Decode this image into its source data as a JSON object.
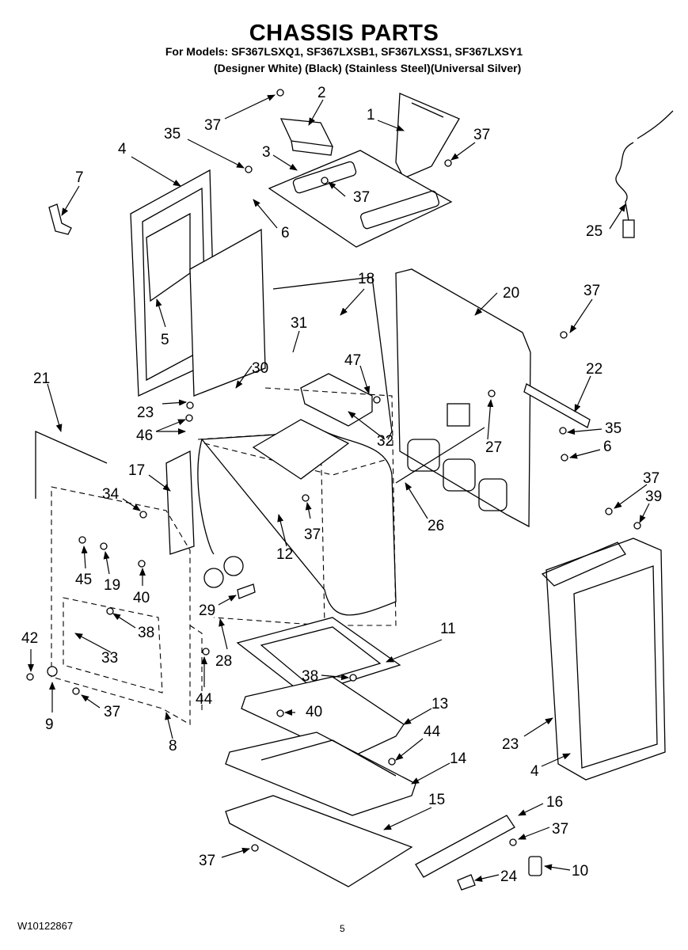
{
  "title": "CHASSIS PARTS",
  "models_line": "For Models: SF367LSXQ1, SF367LXSB1, SF367LXSS1, SF367LXSY1",
  "colors_line": "(Designer White)     (Black)   (Stainless Steel)(Universal Silver)",
  "document_number": "W10122867",
  "page_number": "5",
  "callouts": [
    "1",
    "2",
    "3",
    "4",
    "5",
    "6",
    "7",
    "8",
    "9",
    "10",
    "11",
    "12",
    "13",
    "14",
    "15",
    "16",
    "17",
    "18",
    "19",
    "20",
    "21",
    "22",
    "23",
    "24",
    "25",
    "26",
    "27",
    "28",
    "29",
    "30",
    "31",
    "32",
    "33",
    "34",
    "35",
    "37",
    "38",
    "39",
    "40",
    "42",
    "44",
    "45",
    "46",
    "47"
  ],
  "colors": {
    "ink": "#000000",
    "paper": "#ffffff"
  }
}
